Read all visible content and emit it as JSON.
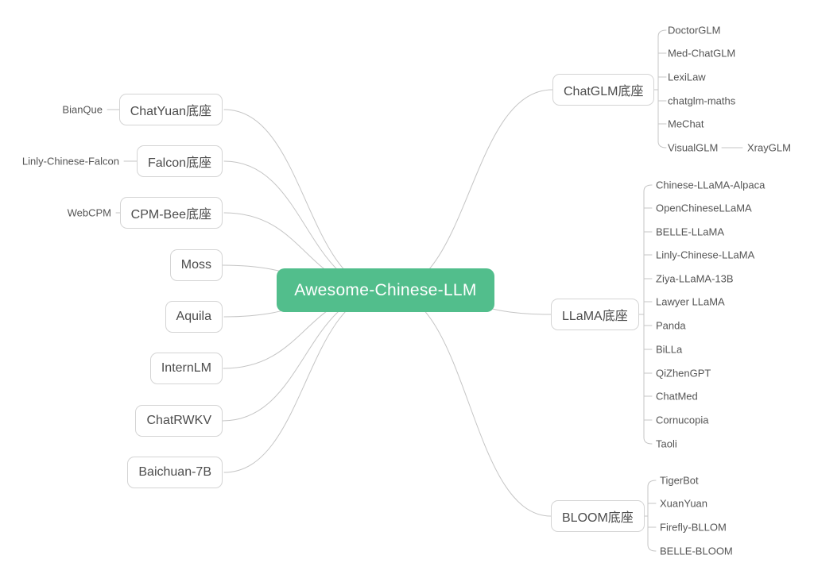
{
  "mindmap": {
    "root": {
      "label": "Awesome-Chinese-LLM"
    },
    "left_nodes": [
      {
        "label": "ChatYuan底座",
        "leaf": "BianQue"
      },
      {
        "label": "Falcon底座",
        "leaf": "Linly-Chinese-Falcon"
      },
      {
        "label": "CPM-Bee底座",
        "leaf": "WebCPM"
      },
      {
        "label": "Moss"
      },
      {
        "label": "Aquila"
      },
      {
        "label": "InternLM"
      },
      {
        "label": "ChatRWKV"
      },
      {
        "label": "Baichuan-7B"
      }
    ],
    "right_nodes": [
      {
        "label": "ChatGLM底座",
        "children": [
          "DoctorGLM",
          "Med-ChatGLM",
          "LexiLaw",
          "chatglm-maths",
          "MeChat",
          "VisualGLM"
        ],
        "grandchild": "XrayGLM"
      },
      {
        "label": "LLaMA底座",
        "children": [
          "Chinese-LLaMA-Alpaca",
          "OpenChineseLLaMA",
          "BELLE-LLaMA",
          "Linly-Chinese-LLaMA",
          "Ziya-LLaMA-13B",
          "Lawyer LLaMA",
          "Panda",
          "BiLLa",
          "QiZhenGPT",
          "ChatMed",
          "Cornucopia",
          "Taoli"
        ]
      },
      {
        "label": "BLOOM底座",
        "children": [
          "TigerBot",
          "XuanYuan",
          "Firefly-BLLOM",
          "BELLE-BLOOM"
        ]
      }
    ],
    "colors": {
      "root_bg": "#52BE8C",
      "root_text": "#FFFFFF",
      "line": "#C5C5C5",
      "node_border": "#D4D4D4",
      "node_text": "#4C4C4C",
      "leaf_text": "#555555",
      "background": "#FFFFFF"
    }
  }
}
